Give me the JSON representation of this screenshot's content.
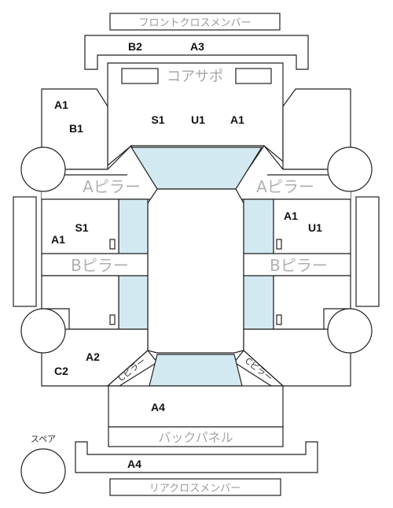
{
  "labels": {
    "front_cross_member": "フロントクロスメンバー",
    "radiator_support": "コアサポ",
    "a_pillar": "Aピラー",
    "b_pillar": "Bピラー",
    "back_panel": "バックパネル",
    "spare": "スペア",
    "rear_cross_member": "リアクロスメンバー",
    "c_pillar": "Cピラー"
  },
  "codes": {
    "front_member": [
      "B2",
      "A3"
    ],
    "front_left_fender": [
      "A1",
      "B1"
    ],
    "hood": [
      "S1",
      "U1",
      "A1"
    ],
    "left_front_door": [
      "S1",
      "A1"
    ],
    "right_front_door": [
      "A1",
      "U1"
    ],
    "left_rear_fender": [
      "A2",
      "C2"
    ],
    "trunk": "A4",
    "rear_member": "A4"
  },
  "colors": {
    "glass": "#d3e9f1",
    "outline": "#222222",
    "label_grey": "#a6a6a6"
  }
}
